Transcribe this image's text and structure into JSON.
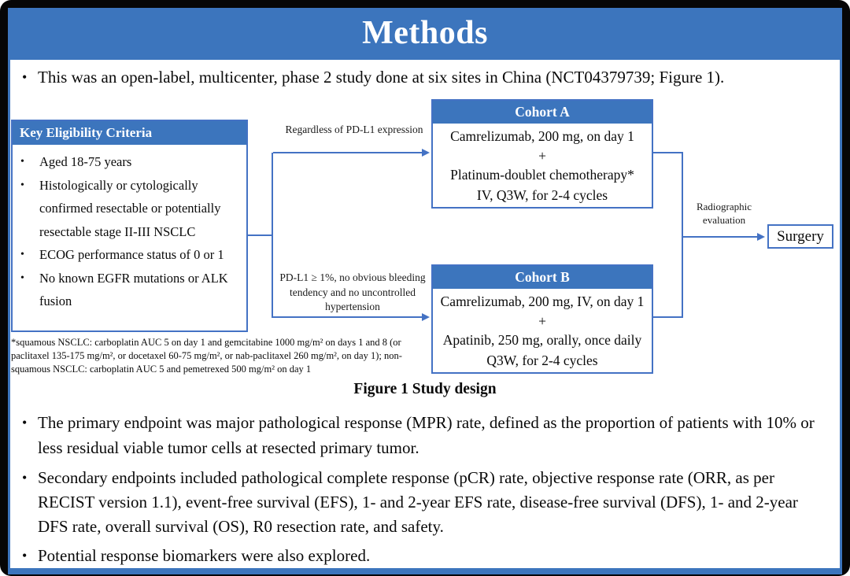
{
  "colors": {
    "bar_blue": "#3c75bd",
    "line_blue": "#4472c4",
    "text_black": "#0a0a0a",
    "white": "#ffffff"
  },
  "bullet_marker": "•",
  "title": "Methods",
  "intro": "This was an open-label, multicenter, phase 2 study done at six sites in China (NCT04379739; Figure 1).",
  "diagram": {
    "eligibility": {
      "header": "Key Eligibility Criteria",
      "items": [
        "Aged 18-75 years",
        "Histologically or cytologically confirmed resectable or potentially resectable stage II-III NSCLC",
        "ECOG performance status of 0 or 1",
        "No known EGFR mutations or ALK fusion"
      ]
    },
    "branch_a_label": "Regardless of PD-L1 expression",
    "branch_b_label": "PD-L1 ≥ 1%, no obvious bleeding tendency and no uncontrolled hypertension",
    "cohort_a": {
      "header": "Cohort A",
      "lines": [
        "Camrelizumab, 200 mg, on day 1",
        "+",
        "Platinum-doublet chemotherapy*",
        "IV, Q3W, for 2-4 cycles"
      ]
    },
    "cohort_b": {
      "header": "Cohort B",
      "lines": [
        "Camrelizumab, 200 mg, IV, on day 1",
        "+",
        "Apatinib, 250 mg, orally, once daily",
        "Q3W, for 2-4 cycles"
      ]
    },
    "evaluation_label": "Radiographic evaluation",
    "surgery_label": "Surgery",
    "footnote": "*squamous NSCLC: carboplatin AUC 5 on day 1 and gemcitabine 1000 mg/m² on days 1 and 8 (or paclitaxel 135-175 mg/m², or docetaxel 60-75 mg/m², or nab-paclitaxel 260 mg/m², on day 1); non-squamous NSCLC: carboplatin AUC 5 and pemetrexed 500 mg/m² on day 1",
    "caption": "Figure 1 Study design"
  },
  "bullets": [
    "The primary endpoint was major pathological response (MPR) rate, defined as the proportion of patients with 10% or less residual viable tumor cells at resected primary tumor.",
    "Secondary endpoints included pathological complete response (pCR) rate, objective response rate (ORR, as per RECIST version 1.1), event-free survival (EFS), 1- and 2-year EFS rate, disease-free survival (DFS), 1- and 2-year DFS rate, overall survival (OS), R0 resection rate, and safety.",
    "Potential response biomarkers were also explored."
  ]
}
